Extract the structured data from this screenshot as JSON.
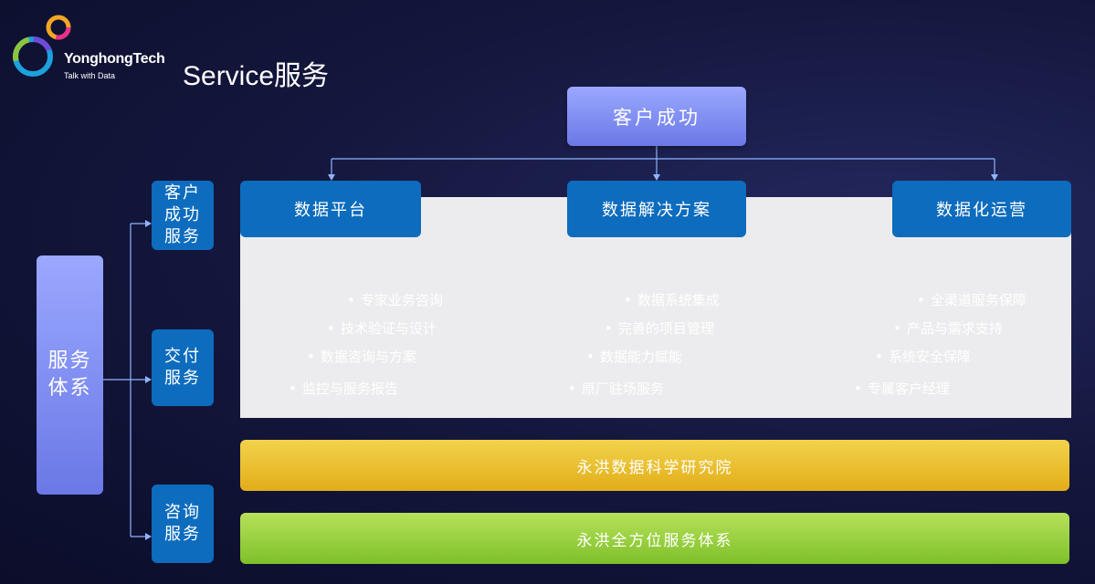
{
  "brand": {
    "name": "YonghongTech",
    "tagline": "Talk with Data"
  },
  "page_title": "Service服务",
  "top_node": "客户成功",
  "columns": [
    {
      "heading": "数据平台",
      "items": [
        "专家业务咨询",
        "技术验证与设计",
        "数据咨询与方案",
        "监控与服务报告"
      ]
    },
    {
      "heading": "数据解决方案",
      "items": [
        "数据系统集成",
        "完善的项目管理",
        "数据能力赋能",
        "原厂驻场服务"
      ]
    },
    {
      "heading": "数据化运营",
      "items": [
        "全渠道服务保障",
        "产品与需求支持",
        "系统安全保障",
        "专属客户经理"
      ]
    }
  ],
  "bands": {
    "research": "永洪数据科学研究院",
    "service_system": "永洪全方位服务体系"
  },
  "side": {
    "root": "服务体系",
    "children": [
      "客户成功服务",
      "交付服务",
      "咨询服务"
    ]
  },
  "colors": {
    "background": "#15183f",
    "header_blue": "#0d6cbd",
    "lavender": "#8b97f5",
    "col1_shape": "#5bc8f0",
    "col2_shape": "#4b5bd0",
    "col3_shape": "#5b8e1c",
    "band_yellow": "#efc232",
    "band_green": "#9ad23d"
  }
}
